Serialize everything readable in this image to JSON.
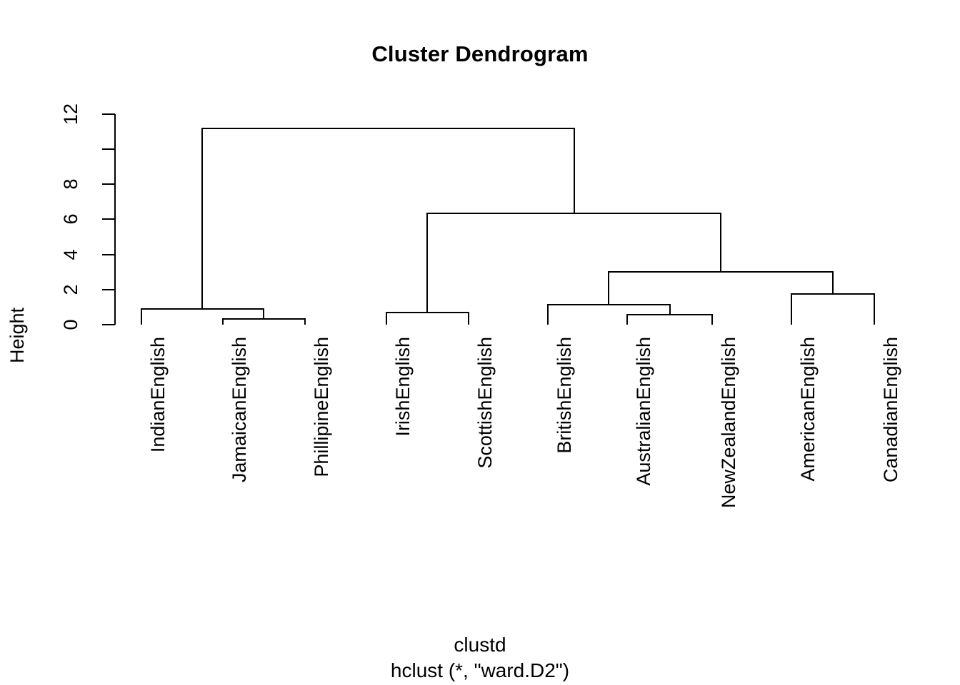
{
  "chart_data": {
    "type": "dendrogram",
    "title": "Cluster Dendrogram",
    "ylabel": "Height",
    "xlabel": "",
    "caption_line1": "clustd",
    "caption_line2": "hclust (*, \"ward.D2\")",
    "grid": false,
    "legend": "none",
    "ylim": [
      0,
      12
    ],
    "yticks": [
      0,
      2,
      4,
      6,
      8,
      10,
      12
    ],
    "ytick_labels": [
      "0",
      "2",
      "4",
      "6",
      "8",
      "",
      "12"
    ],
    "leaf_order": [
      "IndianEnglish",
      "JamaicanEnglish",
      "PhillipineEnglish",
      "IrishEnglish",
      "ScottishEnglish",
      "BritishEnglish",
      "AustralianEnglish",
      "NewZealandEnglish",
      "AmericanEnglish",
      "CanadianEnglish"
    ],
    "merges": [
      {
        "id": "m1",
        "label": "JamaicanEnglish + PhillipineEnglish",
        "height": 0.35,
        "left": "JamaicanEnglish",
        "right": "PhillipineEnglish"
      },
      {
        "id": "m2",
        "label": "IndianEnglish + m1",
        "height": 0.9,
        "left": "IndianEnglish",
        "right": "m1"
      },
      {
        "id": "m3",
        "label": "IrishEnglish + ScottishEnglish",
        "height": 0.7,
        "left": "IrishEnglish",
        "right": "ScottishEnglish"
      },
      {
        "id": "m4",
        "label": "AustralianEnglish + NewZealandEnglish",
        "height": 0.57,
        "left": "AustralianEnglish",
        "right": "NewZealandEnglish"
      },
      {
        "id": "m5",
        "label": "BritishEnglish + m4",
        "height": 1.15,
        "left": "BritishEnglish",
        "right": "m4"
      },
      {
        "id": "m6",
        "label": "AmericanEnglish + CanadianEnglish",
        "height": 1.75,
        "left": "AmericanEnglish",
        "right": "CanadianEnglish"
      },
      {
        "id": "m7",
        "label": "m5 + m6",
        "height": 3.0,
        "left": "m5",
        "right": "m6"
      },
      {
        "id": "m8",
        "label": "m3 + m7",
        "height": 6.35,
        "left": "m3",
        "right": "m7"
      },
      {
        "id": "m9",
        "label": "m2 + m8",
        "height": 11.2,
        "left": "m2",
        "right": "m8"
      }
    ]
  },
  "axis": {
    "tick_0": "0",
    "tick_2": "2",
    "tick_4": "4",
    "tick_6": "6",
    "tick_8": "8",
    "tick_12": "12"
  },
  "labels": {
    "leaf_0": "IndianEnglish",
    "leaf_1": "JamaicanEnglish",
    "leaf_2": "PhillipineEnglish",
    "leaf_3": "IrishEnglish",
    "leaf_4": "ScottishEnglish",
    "leaf_5": "BritishEnglish",
    "leaf_6": "AustralianEnglish",
    "leaf_7": "NewZealandEnglish",
    "leaf_8": "AmericanEnglish",
    "leaf_9": "CanadianEnglish"
  },
  "colors": {
    "background": "#ffffff",
    "foreground": "#000000"
  }
}
